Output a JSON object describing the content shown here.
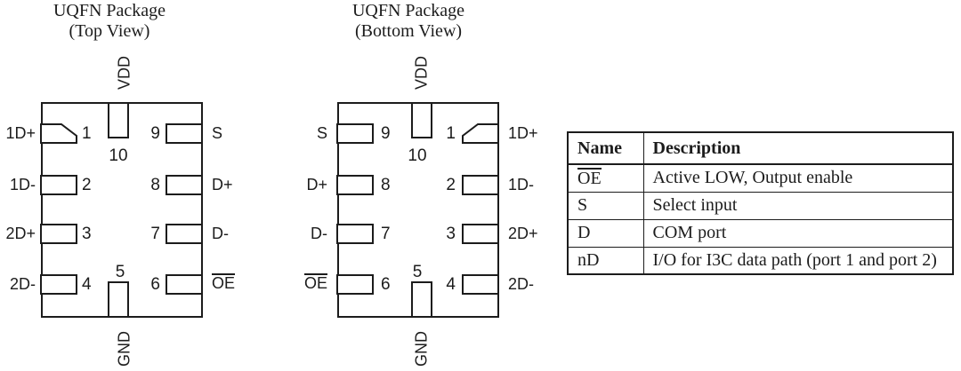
{
  "colors": {
    "ink": "#1c1c1c",
    "background": "#ffffff"
  },
  "top_view": {
    "title_line1": "UQFN Package",
    "title_line2": "(Top View)",
    "top_pin": {
      "number": "10",
      "label": "VDD"
    },
    "bottom_pin": {
      "number": "5",
      "label": "GND"
    },
    "left_pins": [
      {
        "number": "1",
        "label": "1D+"
      },
      {
        "number": "2",
        "label": "1D-"
      },
      {
        "number": "3",
        "label": "2D+"
      },
      {
        "number": "4",
        "label": "2D-"
      }
    ],
    "right_pins": [
      {
        "number": "9",
        "label": "S"
      },
      {
        "number": "8",
        "label": "D+"
      },
      {
        "number": "7",
        "label": "D-"
      },
      {
        "number": "6",
        "label": "OE",
        "overline": true
      }
    ]
  },
  "bottom_view": {
    "title_line1": "UQFN Package",
    "title_line2": "(Bottom View)",
    "top_pin": {
      "number": "10",
      "label": "VDD"
    },
    "bottom_pin": {
      "number": "5",
      "label": "GND"
    },
    "left_pins": [
      {
        "number": "9",
        "label": "S"
      },
      {
        "number": "8",
        "label": "D+"
      },
      {
        "number": "7",
        "label": "D-"
      },
      {
        "number": "6",
        "label": "OE",
        "overline": true
      }
    ],
    "right_pins": [
      {
        "number": "1",
        "label": "1D+"
      },
      {
        "number": "2",
        "label": "1D-"
      },
      {
        "number": "3",
        "label": "2D+"
      },
      {
        "number": "4",
        "label": "2D-"
      }
    ]
  },
  "pin_table": {
    "headers": [
      "Name",
      "Description"
    ],
    "rows": [
      {
        "name": "OE",
        "overline": true,
        "description": "Active LOW, Output enable"
      },
      {
        "name": "S",
        "overline": false,
        "description": "Select input"
      },
      {
        "name": "D",
        "overline": false,
        "description": "COM port"
      },
      {
        "name": "nD",
        "overline": false,
        "description": "I/O for I3C data path (port 1 and port 2)"
      }
    ]
  }
}
